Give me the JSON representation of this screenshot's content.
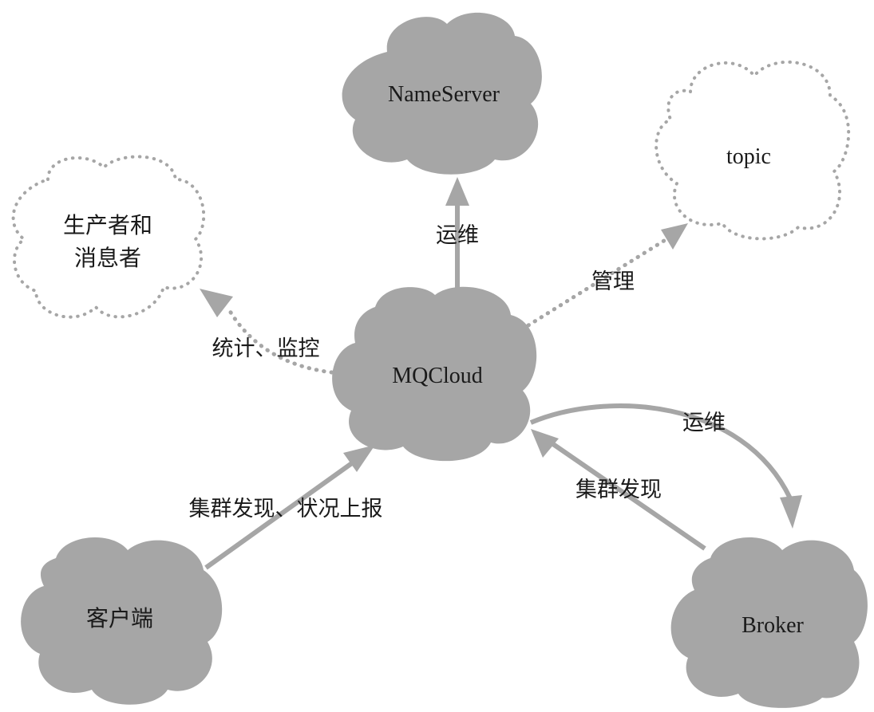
{
  "colors": {
    "cloud_fill": "#a6a6a6",
    "line": "#a6a6a6",
    "text": "#1a1a1a",
    "background": "#ffffff"
  },
  "nodes": {
    "nameserver": {
      "label": "NameServer",
      "style": "solid"
    },
    "topic": {
      "label": "topic",
      "style": "dotted"
    },
    "producer_consumer": {
      "line1": "生产者和",
      "line2": "消息者",
      "style": "dotted"
    },
    "mqcloud": {
      "label": "MQCloud",
      "style": "solid"
    },
    "client": {
      "label": "客户端",
      "style": "solid"
    },
    "broker": {
      "label": "Broker",
      "style": "solid"
    }
  },
  "edges": {
    "to_nameserver": {
      "label": "运维",
      "style": "solid"
    },
    "to_topic": {
      "label": "管理",
      "style": "dotted"
    },
    "to_producer_consumer": {
      "label": "统计、监控",
      "style": "dotted"
    },
    "to_broker": {
      "label": "运维",
      "style": "solid"
    },
    "client_to_mqcloud": {
      "label": "集群发现、状况上报",
      "style": "solid"
    },
    "broker_to_mqcloud": {
      "label": "集群发现",
      "style": "solid"
    }
  }
}
